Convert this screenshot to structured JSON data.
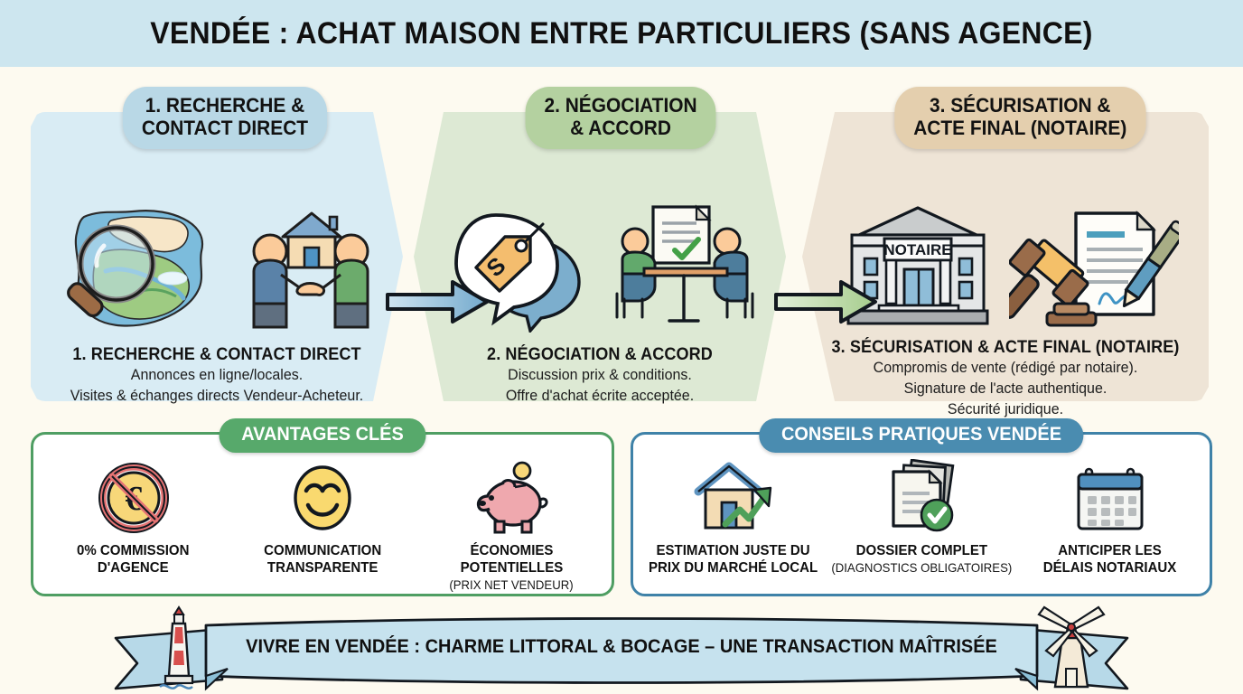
{
  "title": "VENDÉE : ACHAT MAISON ENTRE PARTICULIERS (SANS AGENCE)",
  "colors": {
    "title_bar": "#cde6ef",
    "page_bg": "#fdfaf0",
    "step1_panel": "#d9ecf4",
    "step2_panel": "#dde9d4",
    "step3_panel": "#eee4d6",
    "step1_badge": "#b9d8e6",
    "step2_badge": "#b4d1a0",
    "step3_badge": "#e4cfae",
    "advantages_accent": "#57a96b",
    "tips_accent": "#4a8cb0",
    "arrow1": "#8cb9d4",
    "arrow2": "#b6d4a0"
  },
  "steps": [
    {
      "badge": "1. RECHERCHE &\nCONTACT DIRECT",
      "caption_title": "1. RECHERCHE & CONTACT DIRECT",
      "caption_lines": [
        "Annonces en ligne/locales.",
        "Visites & échanges directs Vendeur-Acheteur."
      ],
      "icons": [
        "magnifier-map-icon",
        "handshake-house-icon"
      ]
    },
    {
      "badge": "2. NÉGOCIATION\n& ACCORD",
      "caption_title": "2. NÉGOCIATION & ACCORD",
      "caption_lines": [
        "Discussion prix & conditions.",
        "Offre d'achat écrite acceptée."
      ],
      "icons": [
        "speech-bubbles-price-tag-icon",
        "negotiation-table-icon"
      ]
    },
    {
      "badge": "3. SÉCURISATION &\nACTE FINAL (NOTAIRE)",
      "caption_title": "3. SÉCURISATION & ACTE FINAL (NOTAIRE)",
      "caption_lines": [
        "Compromis de vente (rédigé par notaire).",
        "Signature de l'acte authentique.",
        "Sécurité juridique."
      ],
      "icons": [
        "notary-building-icon",
        "gavel-document-pen-icon"
      ],
      "building_sign": "NOTAIRE"
    }
  ],
  "arrows": [
    {
      "name": "arrow-step1-to-step2"
    },
    {
      "name": "arrow-step2-to-step3"
    }
  ],
  "advantages": {
    "badge": "AVANTAGES CLÉS",
    "items": [
      {
        "icon": "no-commission-euro-icon",
        "label": "0% COMMISSION\nD'AGENCE",
        "sub": ""
      },
      {
        "icon": "smiley-face-icon",
        "label": "COMMUNICATION\nTRANSPARENTE",
        "sub": ""
      },
      {
        "icon": "piggy-bank-icon",
        "label": "ÉCONOMIES POTENTIELLES",
        "sub": "(PRIX NET VENDEUR)"
      }
    ]
  },
  "tips": {
    "badge": "CONSEILS PRATIQUES VENDÉE",
    "items": [
      {
        "icon": "house-growth-chart-icon",
        "label": "ESTIMATION JUSTE DU\nPRIX DU MARCHÉ LOCAL",
        "sub": ""
      },
      {
        "icon": "documents-check-icon",
        "label": "DOSSIER COMPLET",
        "sub": "(DIAGNOSTICS OBLIGATOIRES)"
      },
      {
        "icon": "calendar-icon",
        "label": "ANTICIPER LES\nDÉLAIS NOTARIAUX",
        "sub": ""
      }
    ]
  },
  "footer": {
    "text": "VIVRE EN VENDÉE : CHARME LITTORAL & BOCAGE – UNE TRANSACTION MAÎTRISÉE",
    "left_icon": "lighthouse-icon",
    "right_icon": "windmill-icon"
  }
}
